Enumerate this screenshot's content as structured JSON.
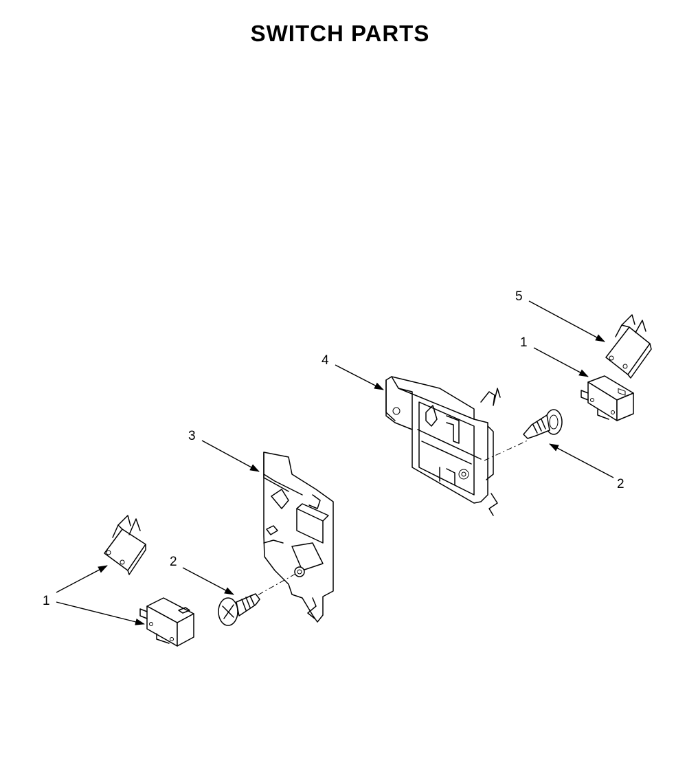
{
  "title": "SWITCH PARTS",
  "callouts": {
    "c1_top_right": "1",
    "c2_right": "2",
    "c3": "3",
    "c4": "4",
    "c5": "5",
    "c2_left": "2",
    "c1_left": "1"
  },
  "colors": {
    "background": "#ffffff",
    "ink": "#000000"
  }
}
